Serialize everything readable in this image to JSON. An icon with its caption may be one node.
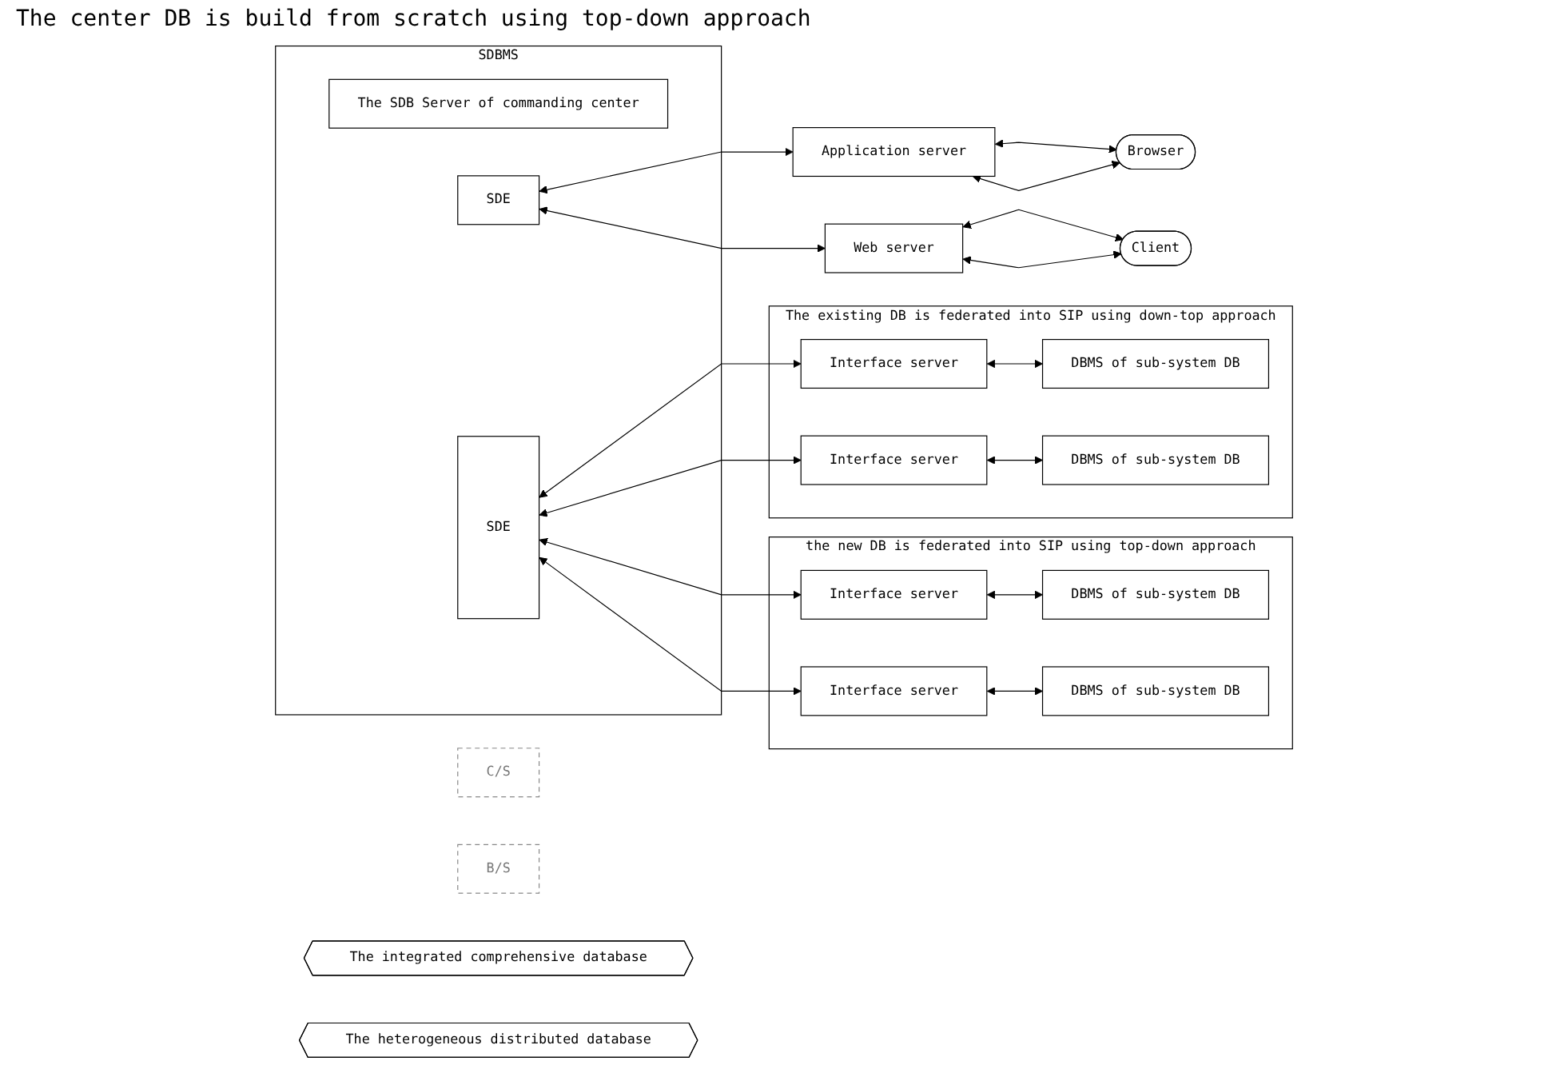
{
  "diagram": {
    "nodes": [
      {
        "text": [
          "SDBMS"
        ]
      },
      {
        "text": [
          "The SDB Server of commanding center"
        ],
        "in": 0
      },
      {
        "text": [
          "SDE"
        ],
        "in": 0
      },
      {
        "text": [
          "SDE"
        ],
        "in": 0
      },
      {
        "text": [
          "Application server"
        ]
      },
      {
        "text": [
          "Web server"
        ]
      },
      {
        "text": [
          "Browser"
        ]
      },
      {
        "text": [
          "Client"
        ]
      },
      {
        "text": [
          "C/S"
        ]
      },
      {
        "text": [
          "B/S"
        ]
      },
      {
        "text": [
          "The existing DB is federated into SIP using down-top approach"
        ]
      },
      {
        "text": [
          "Interface server"
        ],
        "in": 10
      },
      {
        "text": [
          "DBMS of sub-system DB"
        ],
        "in": 10
      },
      {
        "text": [
          "Interface server"
        ],
        "in": 10
      },
      {
        "text": [
          "DBMS of sub-system DB"
        ],
        "in": 10
      },
      {
        "text": [
          "the new DB is federated into SIP using top-down approach"
        ]
      },
      {
        "text": [
          "Interface server"
        ],
        "in": 15
      },
      {
        "text": [
          "DBMS of sub-system DB"
        ],
        "in": 15
      },
      {
        "text": [
          "Interface server"
        ],
        "in": 15
      },
      {
        "text": [
          "DBMS of sub-system DB"
        ],
        "in": 15
      },
      {
        "text": [
          "The integrated comprehensive database"
        ]
      },
      {
        "text": [
          "The heterogeneous distributed database"
        ]
      }
    ],
    "edges": [
      {
        "from": 2,
        "to": 4,
        "arrow": "both"
      },
      {
        "from": 2,
        "to": 5,
        "arrow": "both"
      },
      {
        "from": 4,
        "to": 6,
        "arrow": "both"
      },
      {
        "from": 4,
        "to": 6,
        "arrow": "both"
      },
      {
        "from": 5,
        "to": 7,
        "arrow": "both"
      },
      {
        "from": 5,
        "to": 7,
        "arrow": "both"
      },
      {
        "from": 3,
        "to": 11,
        "arrow": "both"
      },
      {
        "from": 3,
        "to": 13,
        "arrow": "both"
      },
      {
        "from": 3,
        "to": 16,
        "arrow": "both"
      },
      {
        "from": 3,
        "to": 18,
        "arrow": "both"
      },
      {
        "from": 11,
        "to": 12,
        "arrow": "both"
      },
      {
        "from": 13,
        "to": 14,
        "arrow": "both"
      },
      {
        "from": 16,
        "to": 17,
        "arrow": "both"
      },
      {
        "from": 18,
        "to": 19,
        "arrow": "both"
      }
    ],
    "labels": [
      "The center DB is build from scratch using top-down approach"
    ]
  }
}
